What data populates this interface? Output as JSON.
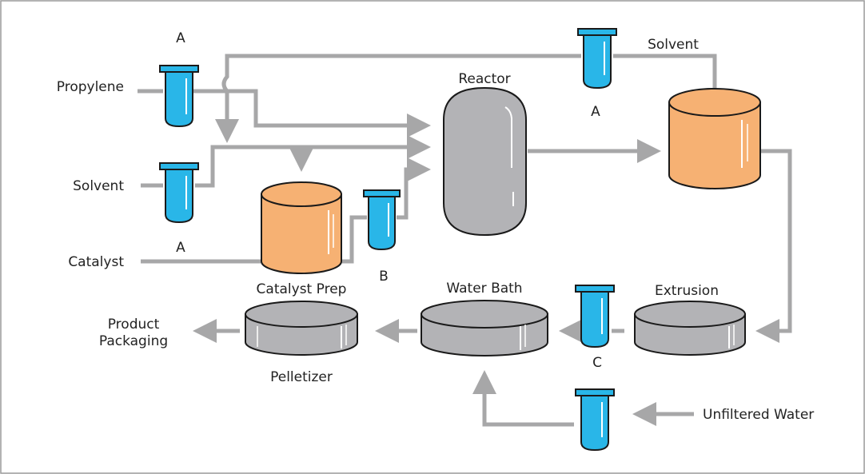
{
  "labels": {
    "propylene": "Propylene",
    "solvent_left": "Solvent",
    "catalyst": "Catalyst",
    "solvent_top": "Solvent",
    "reactor": "Reactor",
    "catalyst_prep": "Catalyst Prep",
    "water_bath": "Water Bath",
    "extrusion": "Extrusion",
    "pelletizer": "Pelletizer",
    "product_packaging_line1": "Product",
    "product_packaging_line2": "Packaging",
    "unfiltered_water": "Unfiltered Water"
  },
  "filter_markers": {
    "propylene_filter": "A",
    "catalyst_line": "A",
    "solvent_top_filter": "A",
    "catalyst_prep_outlet_filter": "B",
    "extrusion_outlet_filter": "C"
  },
  "colors": {
    "pipe": "#a7a7a8",
    "tank_orange": "#f6b173",
    "vessel_gray": "#b3b3b6",
    "filter_blue": "#29b6e8",
    "frame": "#9a9a9a"
  }
}
